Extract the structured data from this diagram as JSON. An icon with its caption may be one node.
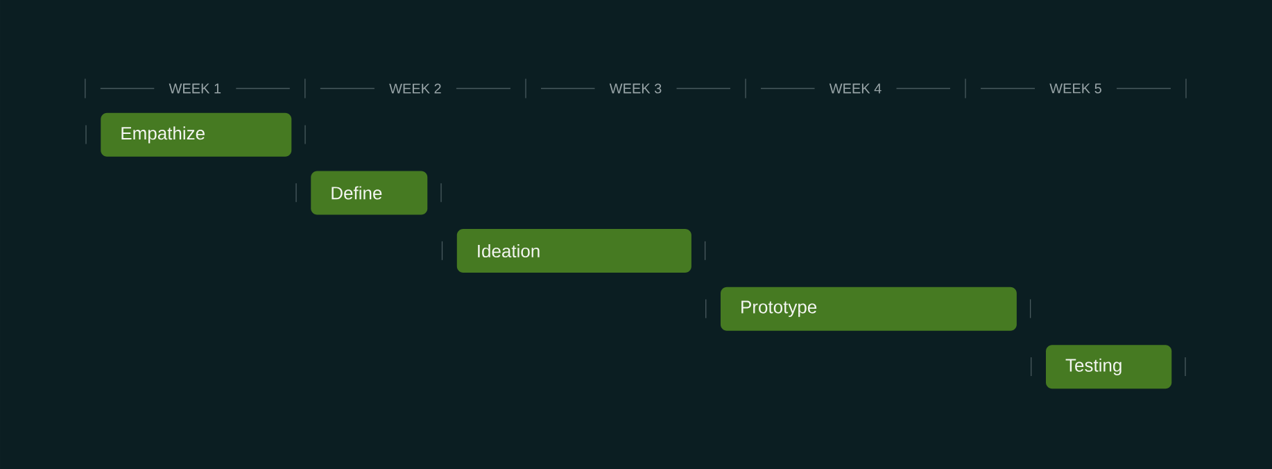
{
  "diagram": {
    "nodes": [
      {
        "text": [
          "Empathize"
        ]
      },
      {
        "text": [
          "Define"
        ]
      },
      {
        "text": [
          "Ideation"
        ]
      },
      {
        "text": [
          "Prototype"
        ]
      },
      {
        "text": [
          "Testing"
        ]
      }
    ],
    "labels": [
      "WEEK 1",
      "WEEK 2",
      "WEEK 3",
      "WEEK 4",
      "WEEK 5"
    ]
  }
}
